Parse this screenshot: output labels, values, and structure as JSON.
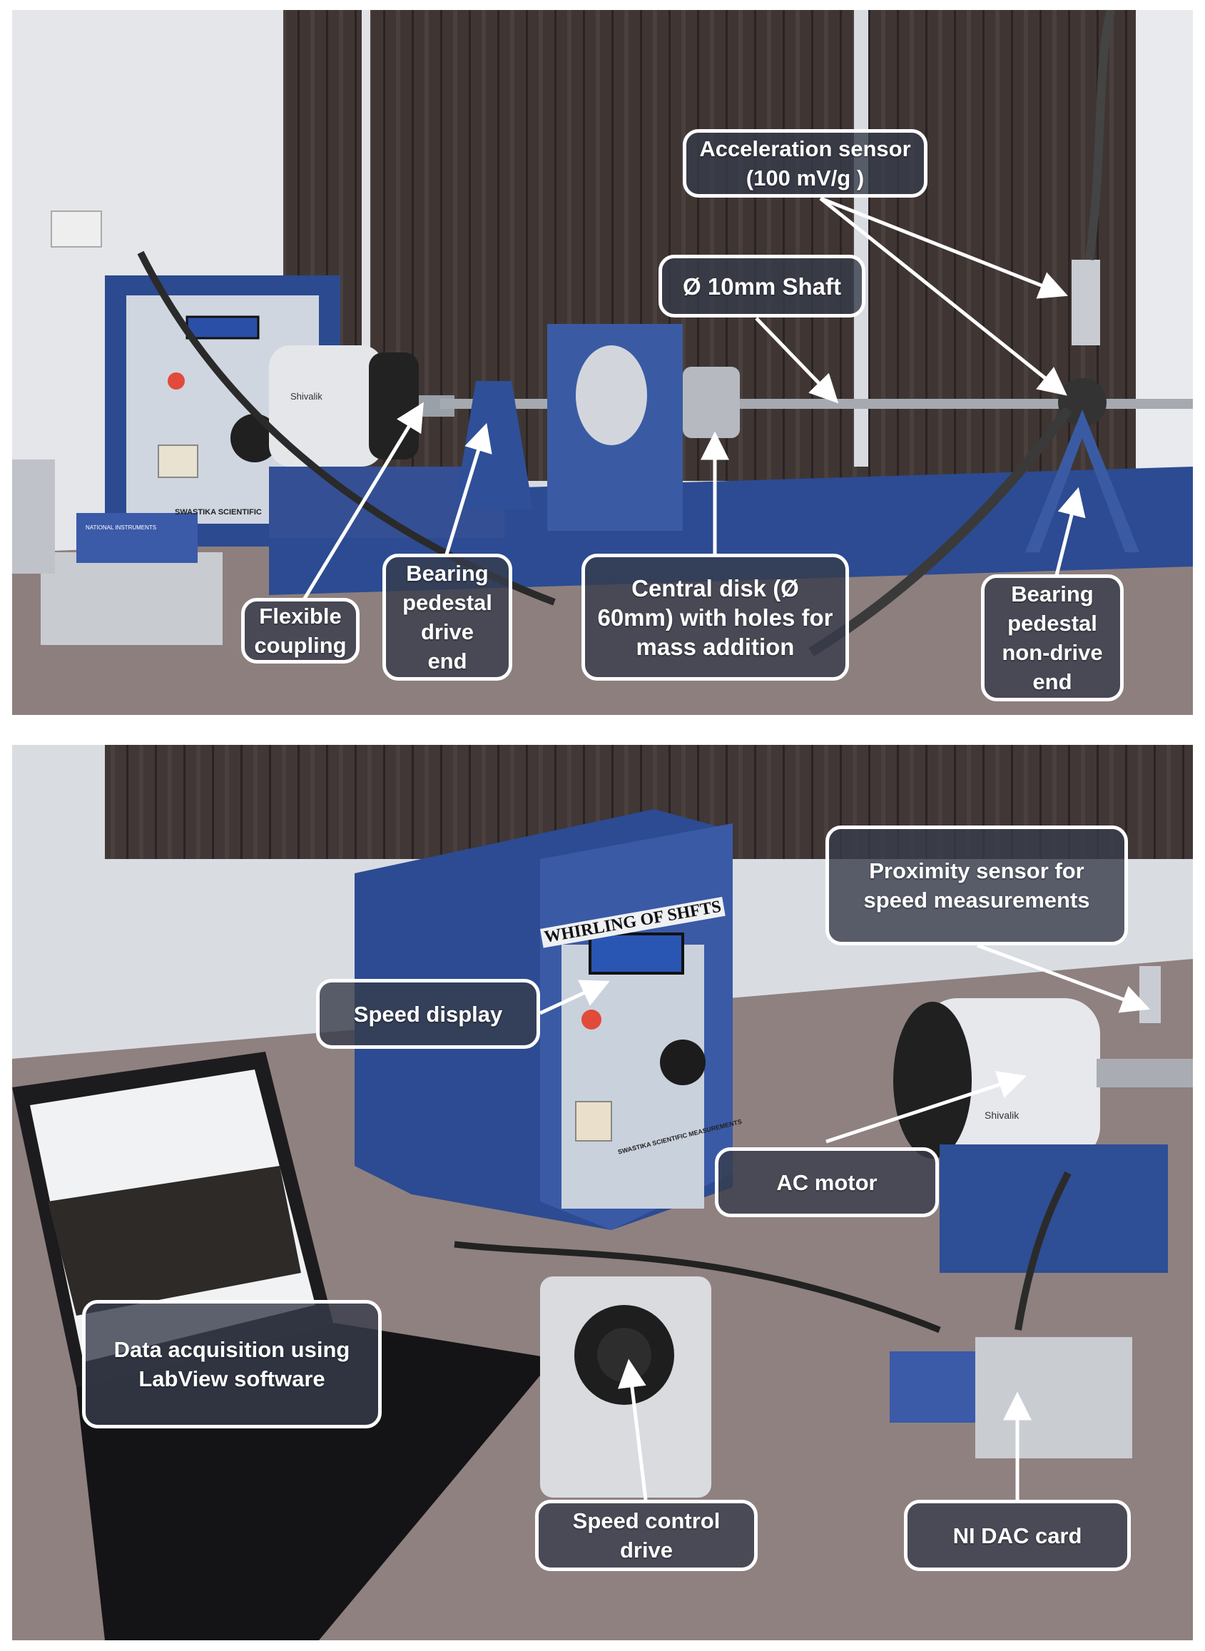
{
  "top_photo": {
    "callouts": {
      "acceleration_sensor": "Acceleration sensor\n(100 mV/g )",
      "shaft": "Ø 10mm  Shaft",
      "flexible_coupling": "Flexible\ncoupling",
      "bearing_drive_end": "Bearing\npedestal\ndrive\nend",
      "central_disk": "Central disk (Ø\n60mm) with holes for\nmass addition",
      "bearing_non_drive_end": "Bearing\npedestal\nnon-drive\nend"
    },
    "device_labels": {
      "brand": "Shivalik",
      "maker": "SWASTIKA SCIENTIFIC",
      "daq": "NATIONAL INSTRUMENTS"
    }
  },
  "bottom_photo": {
    "callouts": {
      "proximity_sensor": "Proximity sensor for\nspeed measurements",
      "speed_display": "Speed display",
      "ac_motor": "AC motor",
      "data_acquisition": "Data acquisition using\nLabView software",
      "speed_control_drive": "Speed control\ndrive",
      "ni_dac_card": "NI DAC card"
    },
    "device_labels": {
      "panel_title": "WHIRLING OF SHFTS",
      "maker": "SWASTIKA SCIENTIFIC MEASUREMENTS",
      "brand": "Shivalik"
    }
  },
  "colors": {
    "curtain": "#3f3634",
    "wall": "#d9dde2",
    "rig_blue": "#2c4b92",
    "table": "#8e7f7e",
    "callout_border": "#ffffff"
  }
}
